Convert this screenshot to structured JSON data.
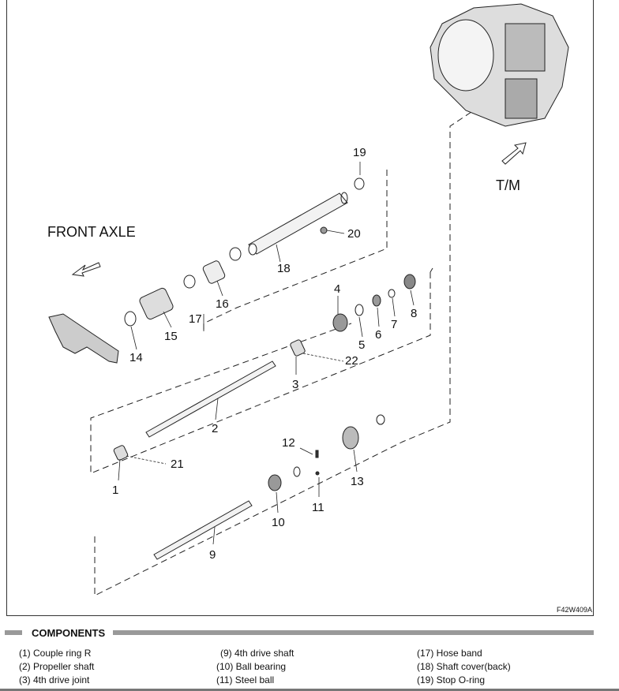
{
  "diagram": {
    "figure_id": "F42W409A",
    "labels": {
      "front_axle": "FRONT AXLE",
      "tm": "T/M",
      "p1": "1",
      "p2": "2",
      "p3": "3",
      "p4": "4",
      "p5": "5",
      "p6": "6",
      "p7": "7",
      "p8": "8",
      "p9": "9",
      "p10": "10",
      "p11": "11",
      "p12": "12",
      "p13": "13",
      "p14": "14",
      "p15": "15",
      "p16": "16",
      "p17": "17",
      "p18": "18",
      "p19": "19",
      "p20": "20",
      "p21": "21",
      "p22": "22"
    }
  },
  "components": {
    "title": "COMPONENTS",
    "col1": [
      "(1) Couple ring R",
      "(2) Propeller shaft",
      "(3) 4th drive joint"
    ],
    "col2": [
      "(9) 4th drive shaft",
      "(10) Ball bearing",
      "(11) Steel ball"
    ],
    "col3": [
      "(17) Hose band",
      "(18) Shaft cover(back)",
      "(19) Stop O-ring"
    ]
  }
}
